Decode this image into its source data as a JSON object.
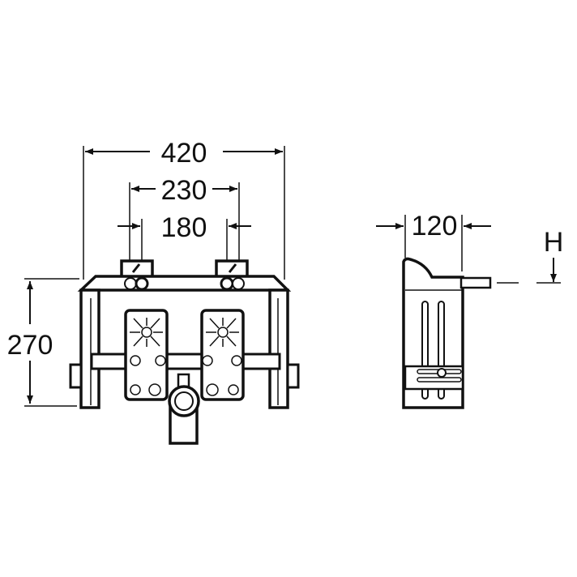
{
  "dimensions": {
    "overall_width": "420",
    "outer_connection_spacing": "230",
    "inner_connection_spacing": "180",
    "height": "270",
    "depth": "120",
    "height_reference": "H"
  },
  "colors": {
    "line": "#111111",
    "background": "#ffffff"
  }
}
